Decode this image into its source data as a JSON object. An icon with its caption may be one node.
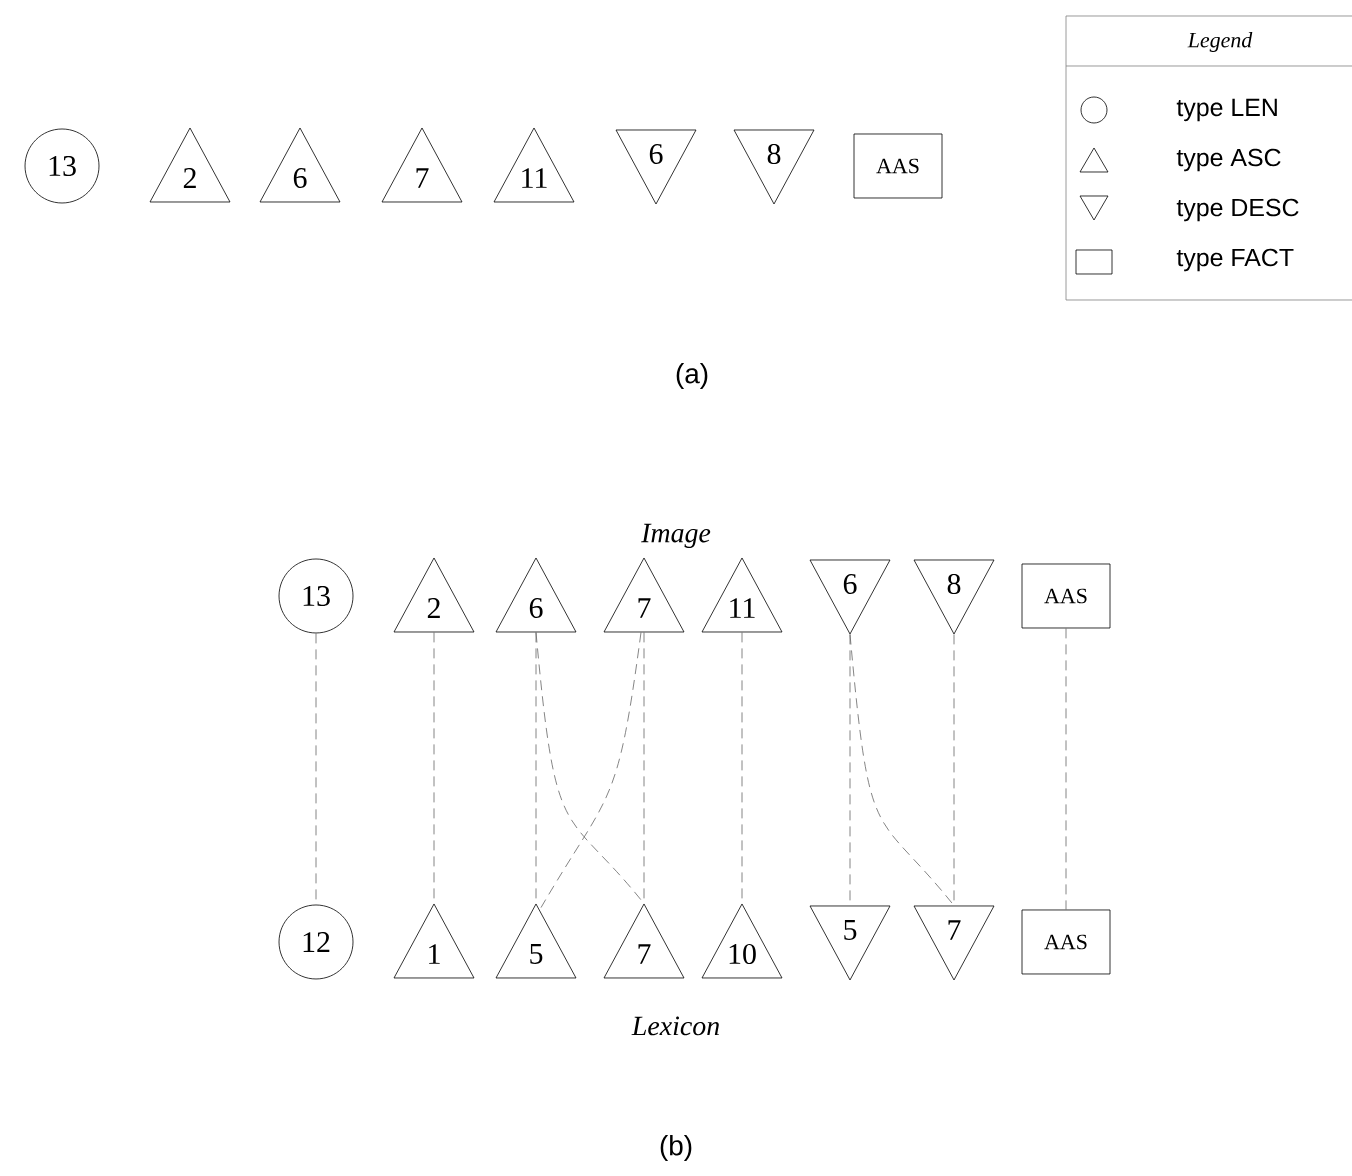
{
  "diagram": {
    "nodes": [
      {
        "text": [
          "13"
        ]
      },
      {
        "text": [
          "2"
        ]
      },
      {
        "text": [
          "6"
        ]
      },
      {
        "text": [
          "7"
        ]
      },
      {
        "text": [
          "11"
        ]
      },
      {
        "text": [
          "6"
        ]
      },
      {
        "text": [
          "8"
        ]
      },
      {
        "text": [
          "AAS"
        ]
      },
      {
        "text": [
          "13"
        ]
      },
      {
        "text": [
          "2"
        ]
      },
      {
        "text": [
          "6"
        ]
      },
      {
        "text": [
          "7"
        ]
      },
      {
        "text": [
          "11"
        ]
      },
      {
        "text": [
          "6"
        ]
      },
      {
        "text": [
          "8"
        ]
      },
      {
        "text": [
          "AAS"
        ]
      },
      {
        "text": [
          "12"
        ]
      },
      {
        "text": [
          "1"
        ]
      },
      {
        "text": [
          "5"
        ]
      },
      {
        "text": [
          "7"
        ]
      },
      {
        "text": [
          "10"
        ]
      },
      {
        "text": [
          "5"
        ]
      },
      {
        "text": [
          "7"
        ]
      },
      {
        "text": [
          "AAS"
        ]
      }
    ],
    "edges": [
      {
        "from": 8,
        "to": 16,
        "arrow": "none",
        "style": "dashed"
      },
      {
        "from": 9,
        "to": 17,
        "arrow": "none",
        "style": "dashed"
      },
      {
        "from": 10,
        "to": 18,
        "arrow": "none",
        "style": "dashed"
      },
      {
        "from": 10,
        "to": 19,
        "arrow": "none",
        "style": "dashed"
      },
      {
        "from": 11,
        "to": 18,
        "arrow": "none",
        "style": "dashed"
      },
      {
        "from": 11,
        "to": 19,
        "arrow": "none",
        "style": "dashed"
      },
      {
        "from": 12,
        "to": 20,
        "arrow": "none",
        "style": "dashed"
      },
      {
        "from": 13,
        "to": 21,
        "arrow": "none",
        "style": "dashed"
      },
      {
        "from": 13,
        "to": 22,
        "arrow": "none",
        "style": "dashed"
      },
      {
        "from": 14,
        "to": 22,
        "arrow": "none",
        "style": "dashed"
      },
      {
        "from": 15,
        "to": 23,
        "arrow": "none",
        "style": "dashed"
      }
    ],
    "labels": [
      "Legend",
      "(a)",
      "Image",
      "Lexicon",
      "(b)"
    ],
    "legend": [
      {
        "text": "type LEN"
      },
      {
        "text": "type ASC"
      },
      {
        "text": "type DESC"
      },
      {
        "text": "type FACT"
      }
    ]
  }
}
